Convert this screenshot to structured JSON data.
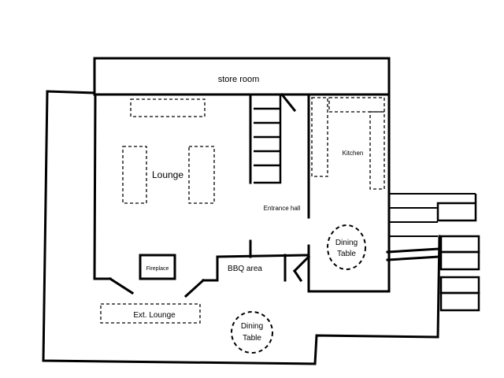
{
  "rooms": {
    "store_room": "store room",
    "lounge": "Lounge",
    "kitchen": "Kitchen",
    "entrance_hall": "Entrance hall",
    "dining_table_inner": [
      "Dining",
      "Table"
    ],
    "fireplace": "Fireplace",
    "bbq_area": "BBQ area",
    "ext_lounge": "Ext. Lounge",
    "dining_table_outer": [
      "Dining",
      "Table"
    ]
  }
}
